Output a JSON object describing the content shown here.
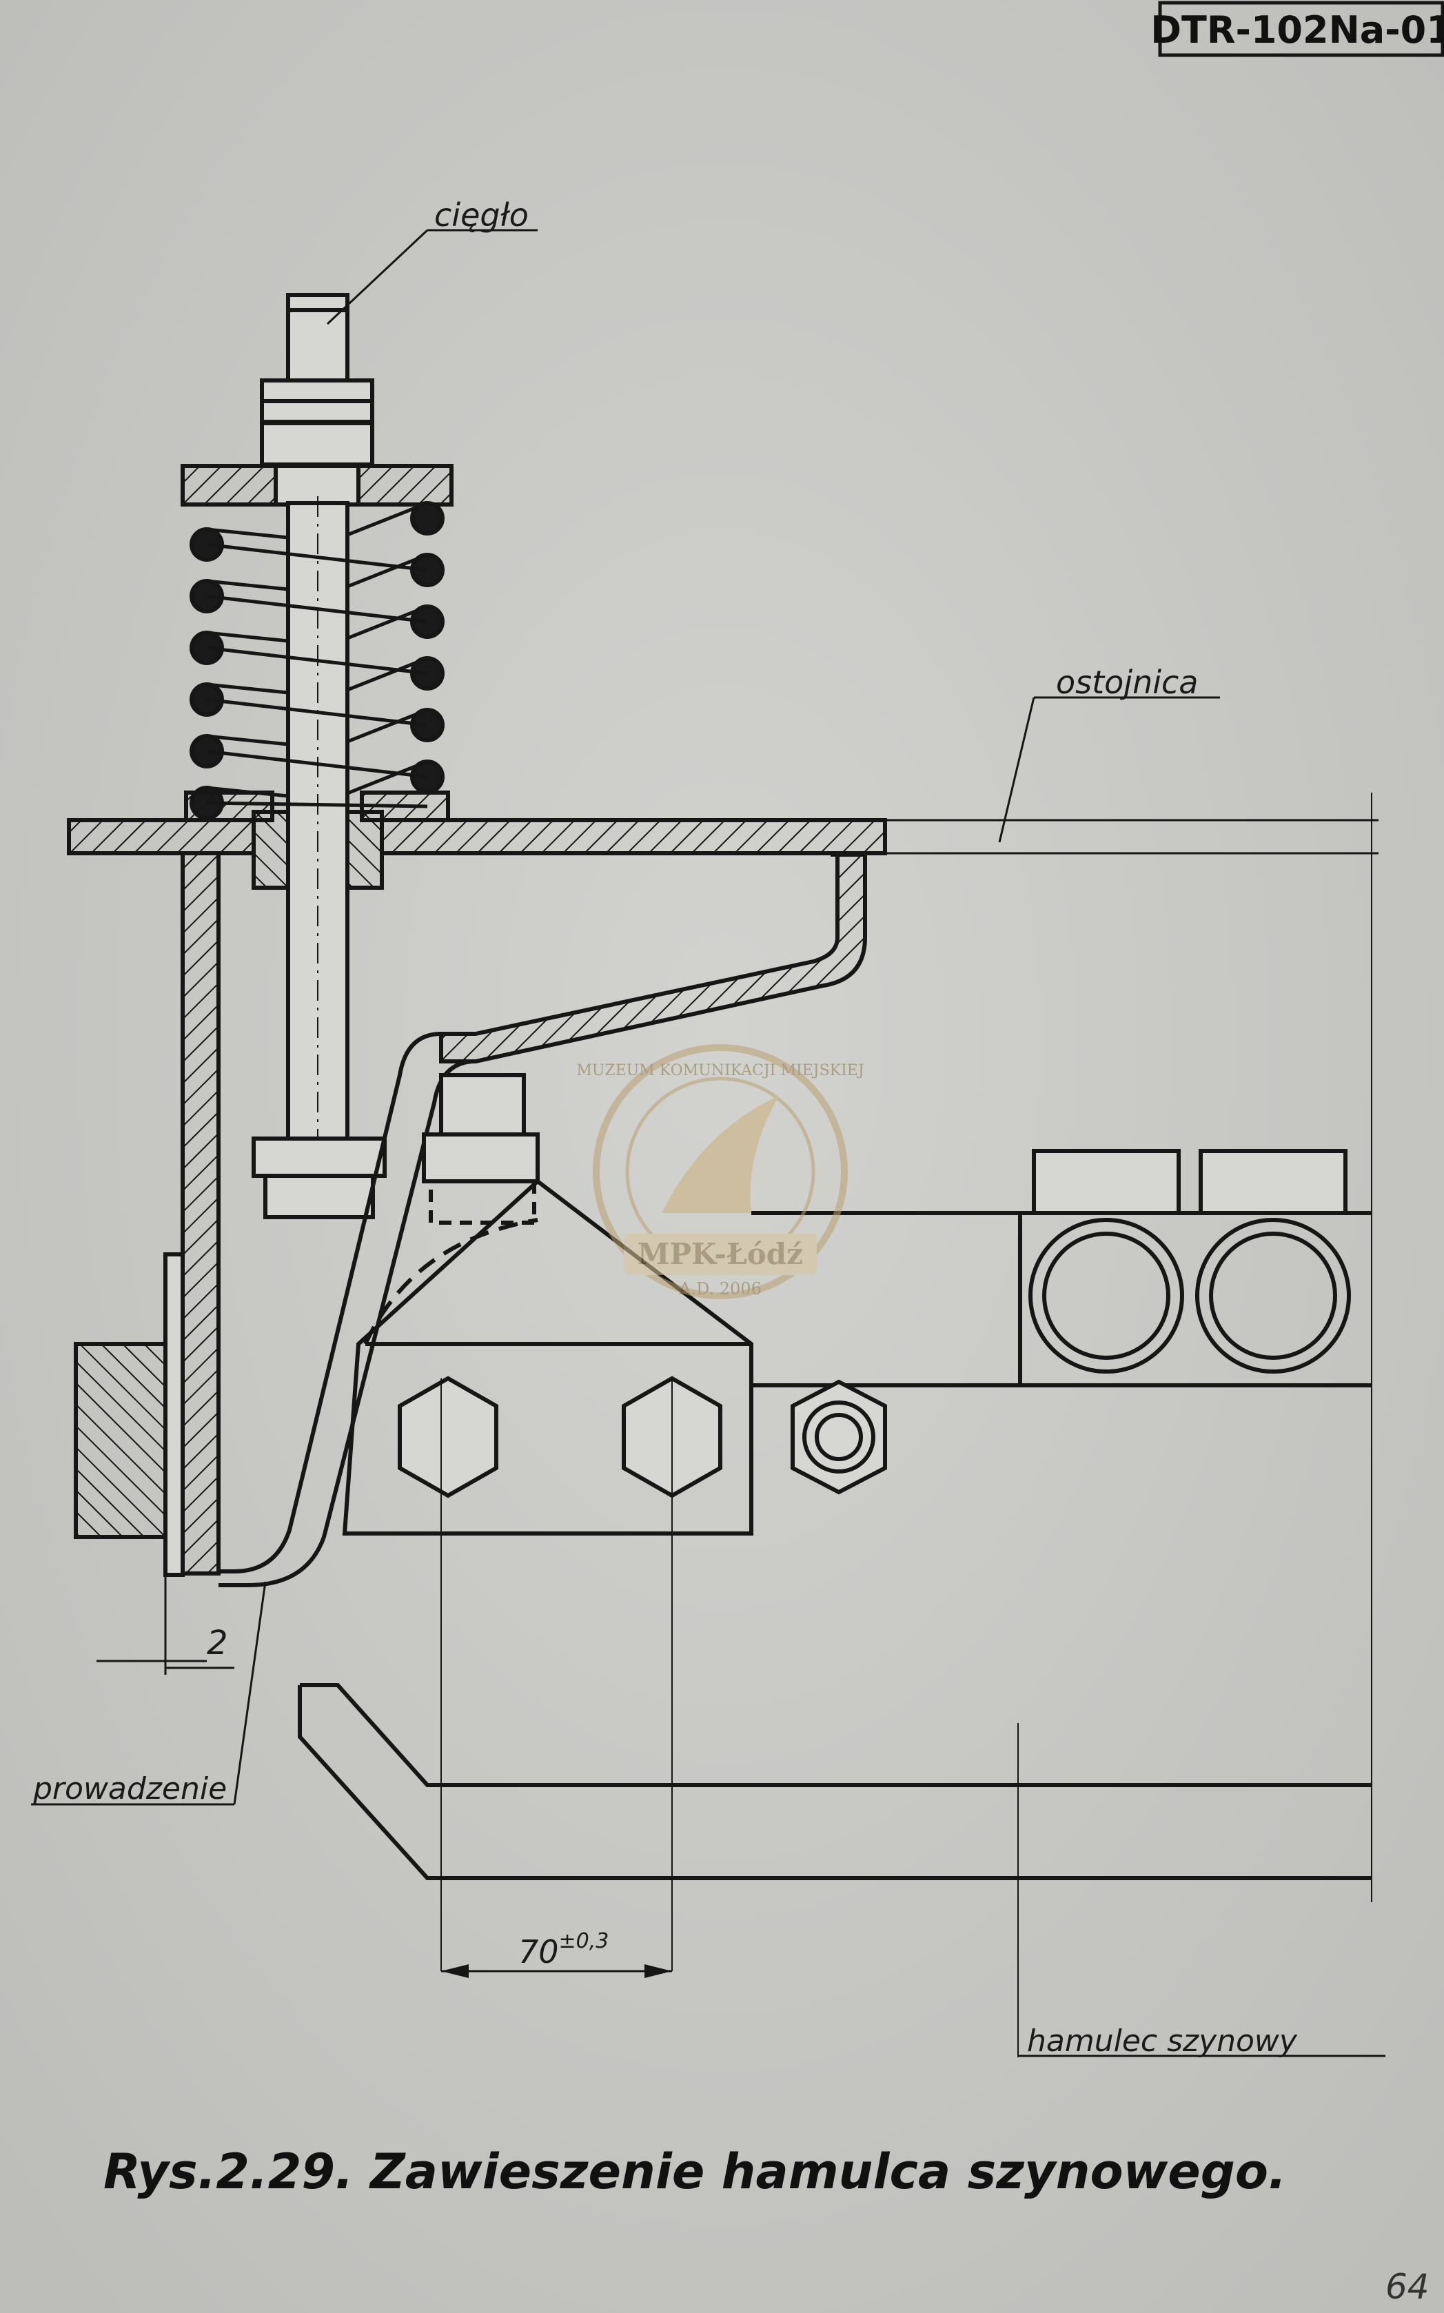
{
  "document": {
    "code": "DTR-102Na-01",
    "page_number": "64"
  },
  "labels": {
    "tie_rod": "cięgło",
    "side_member": "ostojnica",
    "guide": "prowadzenie",
    "rail_brake": "hamulec szynowy"
  },
  "dimensions": {
    "gap": "2",
    "spacing": "70",
    "spacing_tolerance": "±0,3"
  },
  "caption": "Rys.2.29. Zawieszenie hamulca szynowego.",
  "stamp": {
    "text_arc": "MUZEUM KOMUNIKACJI MIEJSKIEJ",
    "name": "MPK-Łódź",
    "year": "A.D. 2006"
  },
  "colors": {
    "paper": "#c9c9c6",
    "ink": "#161616",
    "stamp": "#b8a070"
  }
}
